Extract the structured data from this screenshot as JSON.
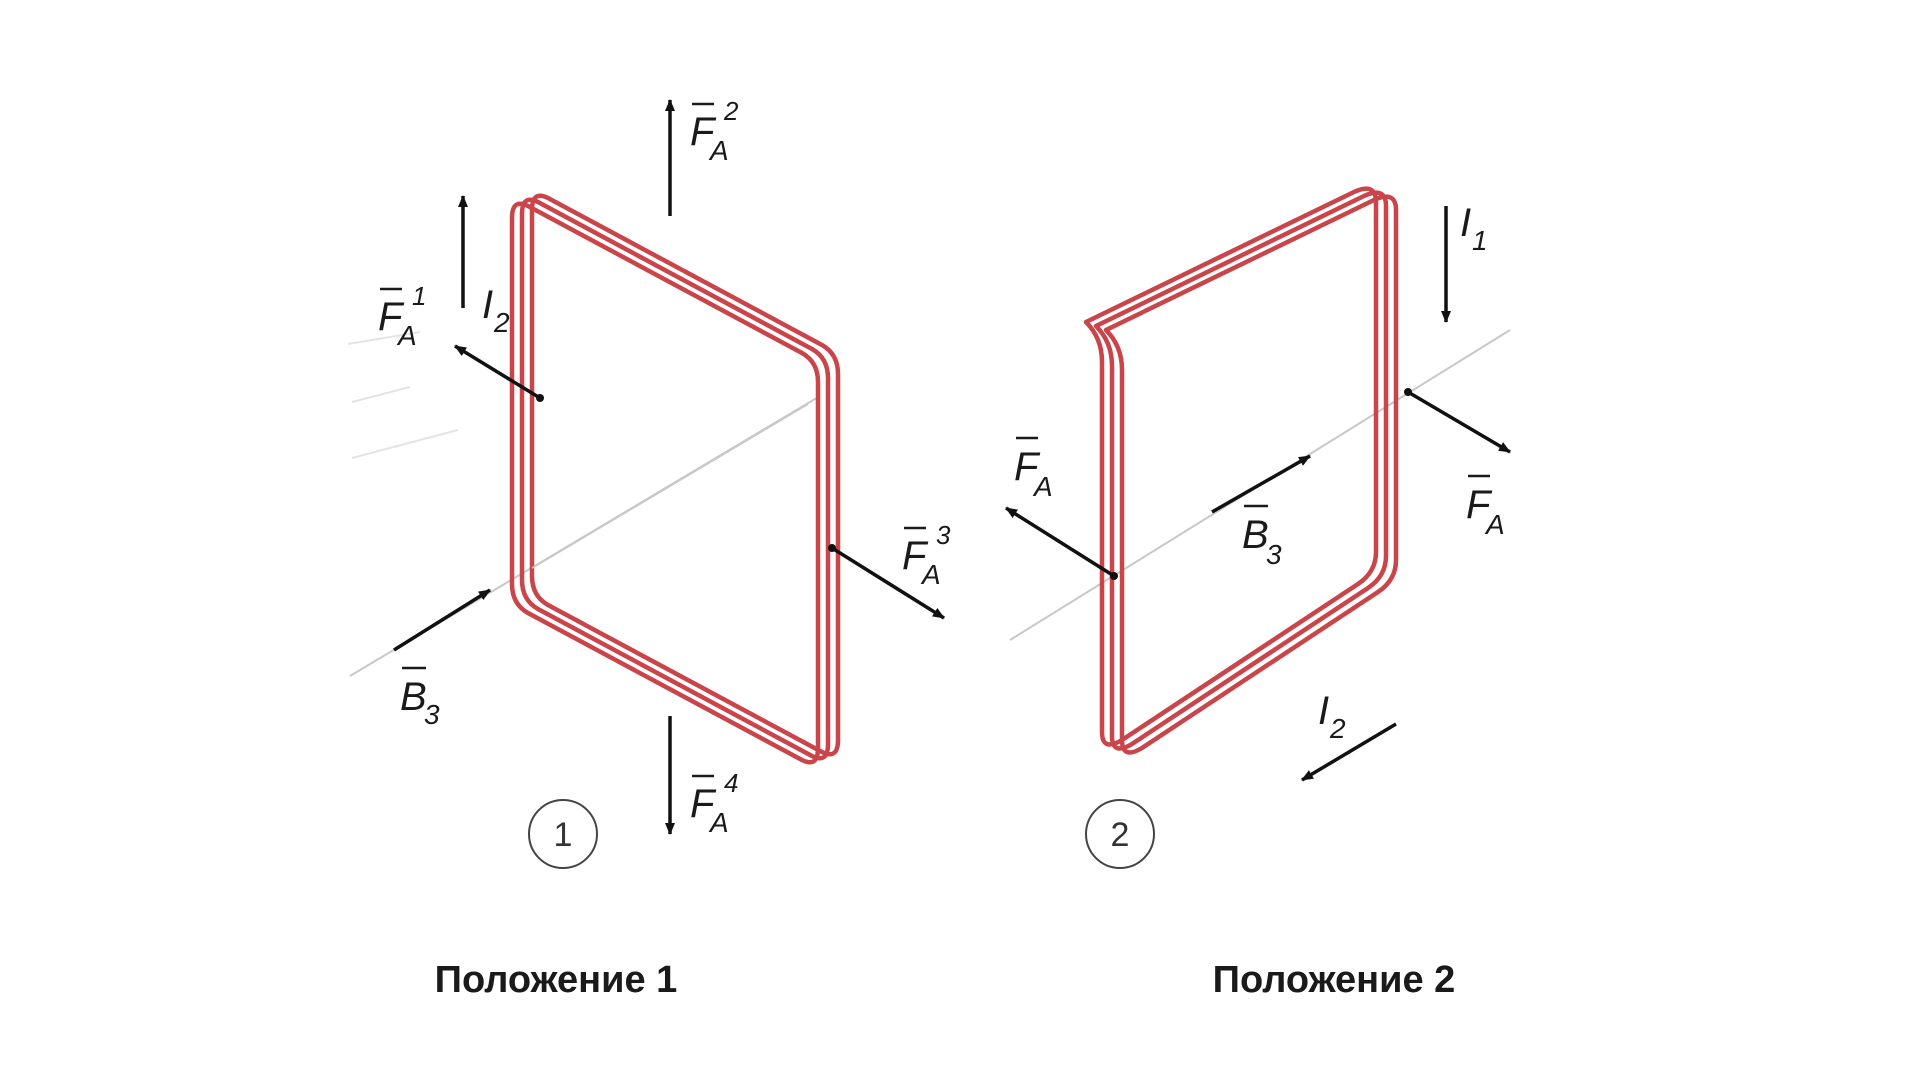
{
  "colors": {
    "coil": "#c9454a",
    "arrow": "#111111",
    "axis": "#c8c8c8",
    "text": "#1a1a1a"
  },
  "position1": {
    "caption": "Положение 1",
    "number": "1",
    "force1": {
      "symbol": "F",
      "subscript": "A",
      "superscript": "1"
    },
    "force2": {
      "symbol": "F",
      "subscript": "A",
      "superscript": "2"
    },
    "force3": {
      "symbol": "F",
      "subscript": "A",
      "superscript": "3"
    },
    "force4": {
      "symbol": "F",
      "subscript": "A",
      "superscript": "4"
    },
    "current": {
      "symbol": "I",
      "subscript": "2"
    },
    "field": {
      "symbol": "B",
      "subscript": "3"
    }
  },
  "position2": {
    "caption": "Положение 2",
    "number": "2",
    "force_left": {
      "symbol": "F",
      "subscript": "A"
    },
    "force_right": {
      "symbol": "F",
      "subscript": "A"
    },
    "current1": {
      "symbol": "I",
      "subscript": "1"
    },
    "current2": {
      "symbol": "I",
      "subscript": "2"
    },
    "field": {
      "symbol": "B",
      "subscript": "3"
    }
  }
}
